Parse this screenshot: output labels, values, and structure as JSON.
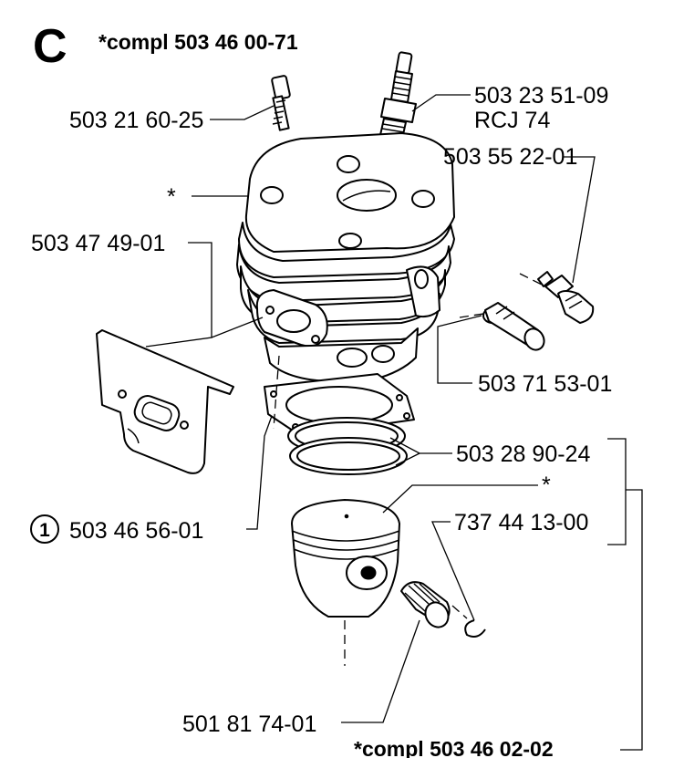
{
  "section_letter": "C",
  "title": "*compl 503 46 00-71",
  "labels": {
    "screw": "503 21 60-25",
    "spark_plug_part": "503 23 51-09",
    "spark_plug_type": "RCJ 74",
    "decomp_valve": "503 55 22-01",
    "cylinder_star": "*",
    "heat_shield": "503 47 49-01",
    "valve_sleeve": "503 71 53-01",
    "piston_rings": "503 28 90-24",
    "piston_star": "*",
    "circlip": "737 44 13-00",
    "gasket_callout_number": "1",
    "gasket": "503 46 56-01",
    "needle_bearing": "501 81 74-01",
    "bottom_kit": "*compl 503 46 02-02"
  }
}
